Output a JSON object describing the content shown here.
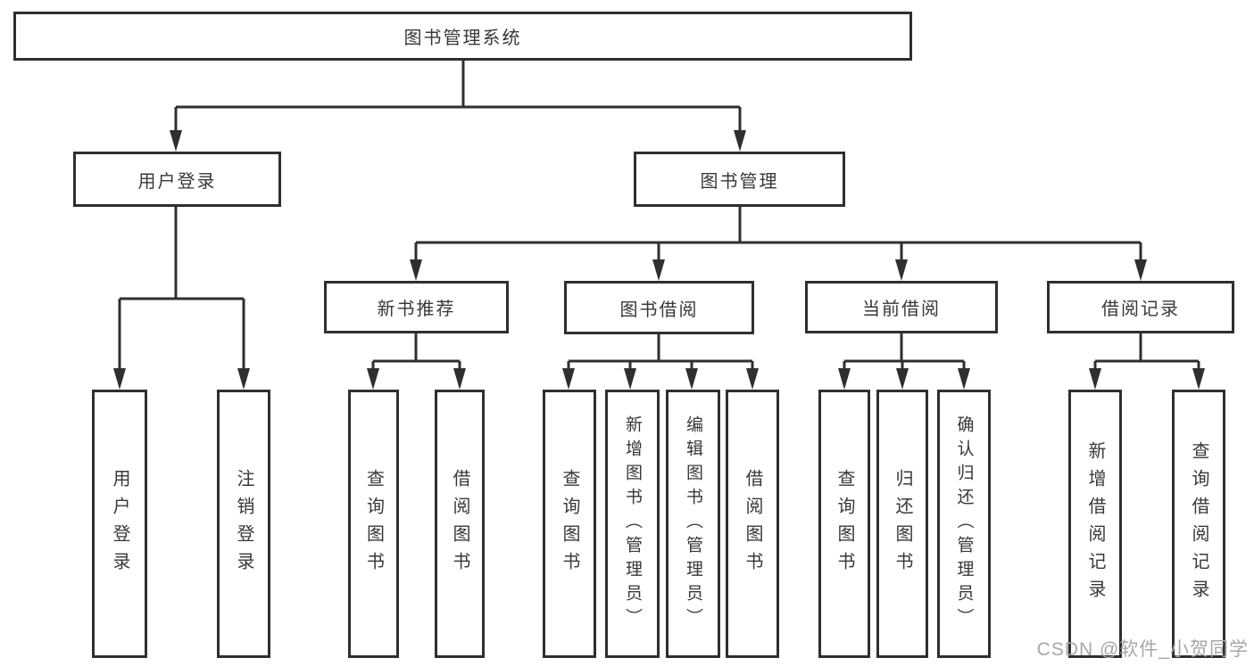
{
  "root": {
    "label": "图书管理系统"
  },
  "branches": {
    "user_login": {
      "label": "用户登录",
      "children": [
        {
          "label": "用户登录"
        },
        {
          "label": "注销登录"
        }
      ]
    },
    "book_management": {
      "label": "图书管理",
      "children": [
        {
          "label": "新书推荐",
          "children": [
            {
              "label": "查询图书"
            },
            {
              "label": "借阅图书"
            }
          ]
        },
        {
          "label": "图书借阅",
          "children": [
            {
              "label": "查询图书"
            },
            {
              "label": "新增图书（管理员）"
            },
            {
              "label": "编辑图书（管理员）"
            },
            {
              "label": "借阅图书"
            }
          ]
        },
        {
          "label": "当前借阅",
          "children": [
            {
              "label": "查询图书"
            },
            {
              "label": "归还图书"
            },
            {
              "label": "确认归还（管理员）"
            }
          ]
        },
        {
          "label": "借阅记录",
          "children": [
            {
              "label": "新增借阅记录"
            },
            {
              "label": "查询借阅记录"
            }
          ]
        }
      ]
    }
  },
  "watermark": {
    "text": "CSDN @软件_小贺同学"
  },
  "colors": {
    "line": "#2f2f2f",
    "box_border": "#2f2f2f",
    "text": "#383838",
    "watermark": "#a7a7a7",
    "background": "#ffffff"
  }
}
